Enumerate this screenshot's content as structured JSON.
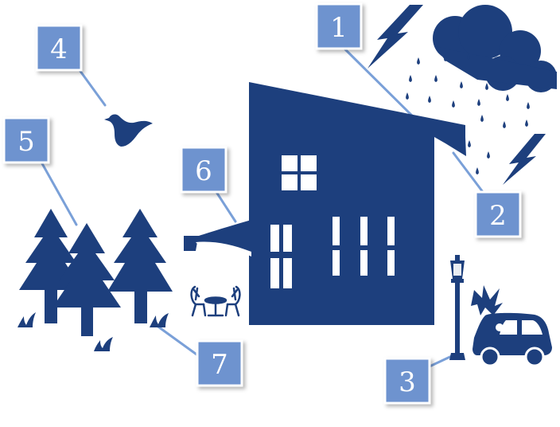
{
  "colors": {
    "navy": "#1d3f7d",
    "label_fill": "#6e93cf",
    "line": "#7aa0d8",
    "background": "#ffffff"
  },
  "labels": [
    {
      "id": "label-1",
      "text": "1",
      "points_to": "roof-eave"
    },
    {
      "id": "label-2",
      "text": "2",
      "points_to": "roof-gutter"
    },
    {
      "id": "label-3",
      "text": "3",
      "points_to": "street-lamp"
    },
    {
      "id": "label-4",
      "text": "4",
      "points_to": "bird"
    },
    {
      "id": "label-5",
      "text": "5",
      "points_to": "trees"
    },
    {
      "id": "label-6",
      "text": "6",
      "points_to": "awning"
    },
    {
      "id": "label-7",
      "text": "7",
      "points_to": "grass"
    }
  ],
  "icons": [
    "house-icon",
    "cloud-icon",
    "lightning-icon",
    "rain-icon",
    "tree-icon",
    "bird-icon",
    "street-lamp-icon",
    "car-icon",
    "crash-burst-icon",
    "patio-table-icon",
    "chair-icon",
    "grass-icon"
  ]
}
